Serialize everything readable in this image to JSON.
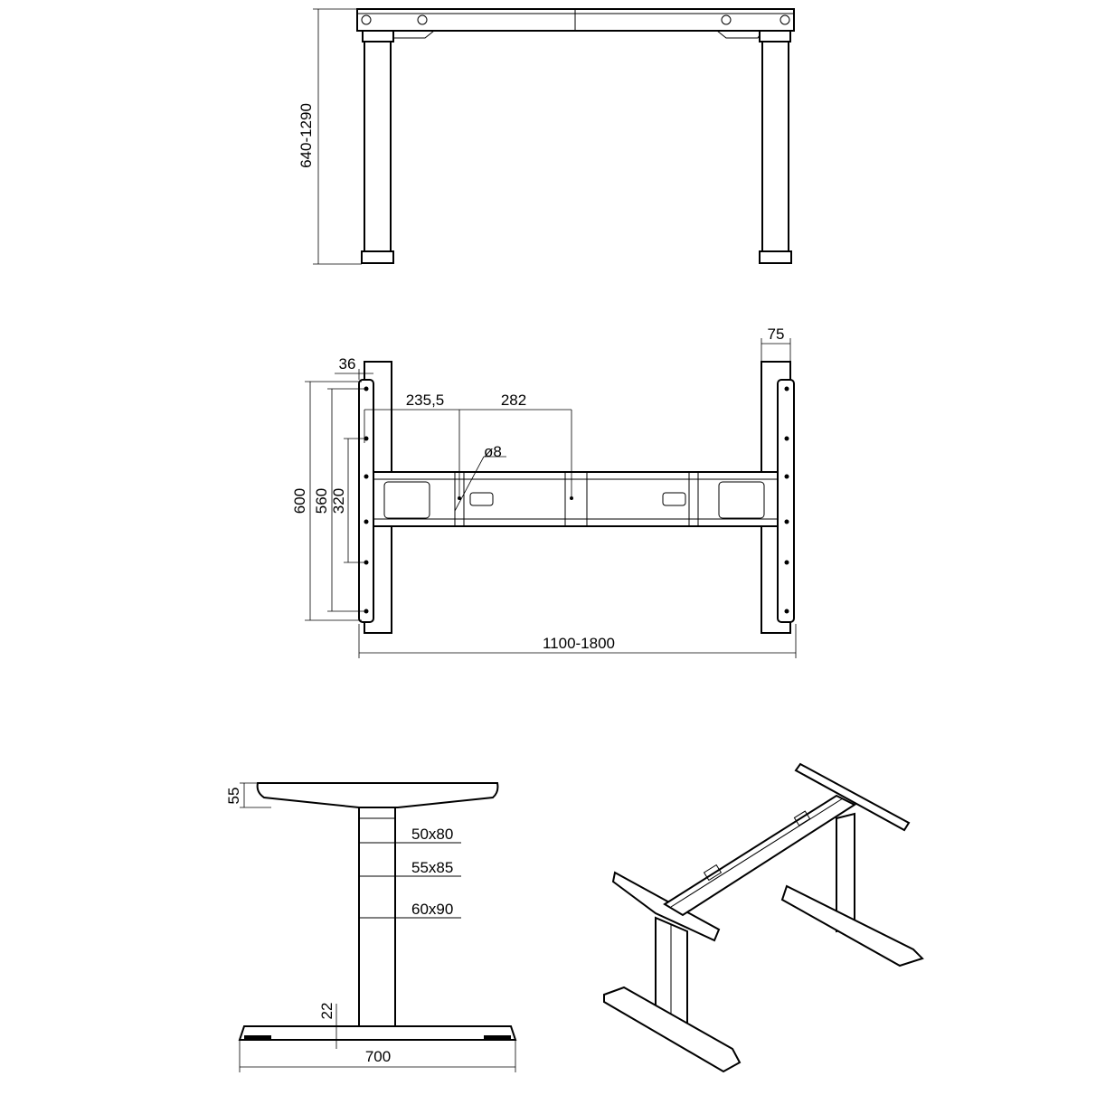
{
  "front_view": {
    "height_range": "640-1290"
  },
  "top_view": {
    "leg_width": "75",
    "plate_width": "36",
    "hole_offset_1": "235,5",
    "hole_offset_2": "282",
    "hole_diameter": "ø8",
    "plate_length": "600",
    "hole_span_outer": "560",
    "hole_span_inner": "320",
    "width_range": "1100-1800"
  },
  "side_view": {
    "top_height": "55",
    "section_1": "50x80",
    "section_2": "55x85",
    "section_3": "60x90",
    "foot_height": "22",
    "foot_length": "700"
  }
}
